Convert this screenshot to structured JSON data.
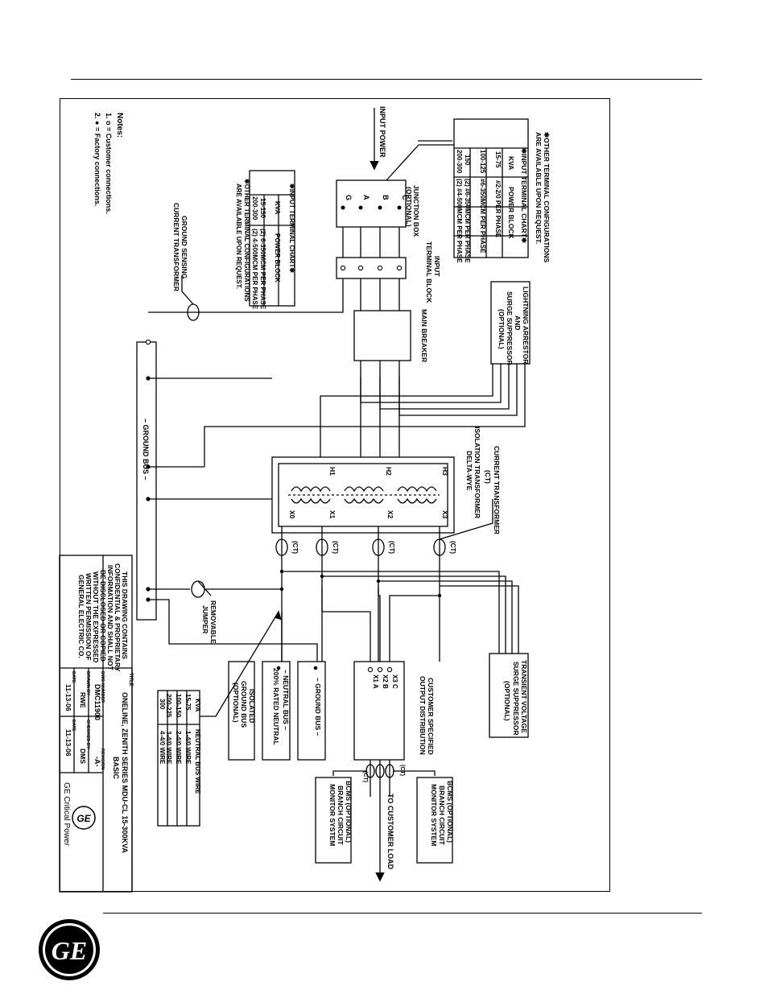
{
  "notes": {
    "heading": "Notes:",
    "line1": "1.  o  = Customer connections.",
    "line2": "2.  ●  = Factory connections."
  },
  "input_power": "INPUT POWER",
  "chart1": {
    "title": "✱INPUT TERMINAL CHART✱",
    "col_kva": "KVA",
    "col_block": "POWER BLOCK",
    "rows": [
      {
        "kva": "15-75",
        "block": "#2-2/0 PER PHASE"
      },
      {
        "kva": "100-125",
        "block": "#6-350MCM PER PHASE"
      },
      {
        "kva": "150",
        "block": "(2) #6-350MCM PER PHASE"
      },
      {
        "kva": "200-300",
        "block": "(2) #4-500MCM PER PHASE"
      }
    ],
    "note1": "✱OTHER TERMINAL CONFIGURATIONS",
    "note2": "ARE AVAILABLE UPON REQUEST."
  },
  "chart2": {
    "title": "✱INPUT TERMINAL CHART✱",
    "col_kva": "KVA",
    "col_block": "POWER BLOCK",
    "rows": [
      {
        "kva": "15-150",
        "block": "(2) 6-350MCM PER PHASE"
      },
      {
        "kva": "200-300",
        "block": "(2) 4-500MCM PER PHASE"
      }
    ],
    "note1": "✱OTHER TERMINAL CONFIGURATIONS",
    "note2": "ARE AVAILABLE UPON REQUEST."
  },
  "junction_box": {
    "line1": "JUNCTION BOX",
    "line2": "(OPTIONAL)"
  },
  "input_terminal_block": {
    "line1": "INPUT",
    "line2": "TERMINAL BLOCK"
  },
  "phases_in": [
    "C",
    "B",
    "A",
    "G"
  ],
  "main_breaker": "MAIN BREAKER",
  "lightning_arrestor": {
    "line1": "LIGHTNING ARRESTOR",
    "line2": "AND",
    "line3": "SURGE SUPPRESSOR",
    "line4": "(OPTIONAL)"
  },
  "ground_sensing_ct": {
    "line1": "GROUND SENSING",
    "line2": "CURRENT TRANSFORMER"
  },
  "ground_bus_main": "– GROUND BUS –",
  "isolation_transformer": {
    "line1": "ISOLATION TRANSFORMER",
    "line2": "DELTA-WYE"
  },
  "current_transformer": {
    "line1": "CURRENT TRANSFORMER",
    "line2": "(CT)"
  },
  "primary_labels": [
    "H3",
    "H2",
    "H1"
  ],
  "secondary_labels": [
    "X3",
    "X2",
    "X1",
    "X0"
  ],
  "ct_label": "(CT)",
  "removable_jumper": {
    "line1": "REMOVABLE",
    "line2": "JUMPER"
  },
  "tvss": {
    "line1": "TRANSIENT VOLTAGE",
    "line2": "SURGE SUPPRESSOR",
    "line3": "(OPTIONAL)"
  },
  "output_distribution": {
    "line1": "CUSTOMER SPECIFIED",
    "line2": "OUTPUT DISTRIBUTION"
  },
  "output_terminals": [
    "X3  C",
    "X2  B",
    "X1  A"
  ],
  "ground_bus_box": "– GROUND BUS –",
  "neutral_bus_box": {
    "line1": "– NEUTRAL BUS –",
    "line2": "200% RATED NEUTRAL"
  },
  "isolated_ground_box": {
    "line1": "ISOLATED",
    "line2": "GROUND BUS",
    "line3": "(OPTIONAL)"
  },
  "bcms": {
    "line1": "BCMS (OPTIONAL)",
    "line2": "BRANCH CIRCUIT",
    "line3": "MONITOR SYSTEM"
  },
  "to_customer_load": "TO CUSTOMER LOAD",
  "ct_small": [
    "(CT)",
    "(CT)"
  ],
  "neutral_chart": {
    "col_kva": "KVA",
    "col_wire": "NEUTRAL BUS WIRE",
    "rows": [
      {
        "kva": "15-75",
        "wire": "1-4/0 WIRE"
      },
      {
        "kva": "100-150",
        "wire": "2-4/0 WIRE"
      },
      {
        "kva": "200-225",
        "wire": "3-4/0 WIRE"
      },
      {
        "kva": "300",
        "wire": "4-4/0 WIRE"
      }
    ]
  },
  "proprietary": {
    "line1": "THIS DRAWING CONTAINS",
    "line2": "CONFIDENTIAL & PROPRIETARY",
    "line3": "INFORMATION AND SHALL NOT",
    "line4": "BE DISCLOSED OR COPIED",
    "line5": "WITHOUT THE EXPRESSED",
    "line6": "WRITTEN PERMISSION OF",
    "line7": "GENERAL ELECTRIC CO."
  },
  "title_block": {
    "title_label": "TITLE",
    "title_line1": "ONELINE, ZENITH SERIES MDU-CL  15-300KVA",
    "title_line2": "BASIC",
    "dwg_number_label": "DWG NUMBER",
    "dwg_number": "DMC11900",
    "revision_label": "REVISION",
    "revision": "-A-",
    "drawn_by_label": "DRAWN BY",
    "drawn_by": "RWE",
    "checked_by_label": "CHECKED BY",
    "checked_by": "DMS",
    "date1_label": "DATE",
    "date1": "11-13-06",
    "date2_label": "DATE",
    "date2": "11-13-06",
    "company": "GE Critical Power"
  },
  "logo_text": "GE",
  "colors": {
    "ink": "#000000",
    "paper": "#ffffff"
  }
}
